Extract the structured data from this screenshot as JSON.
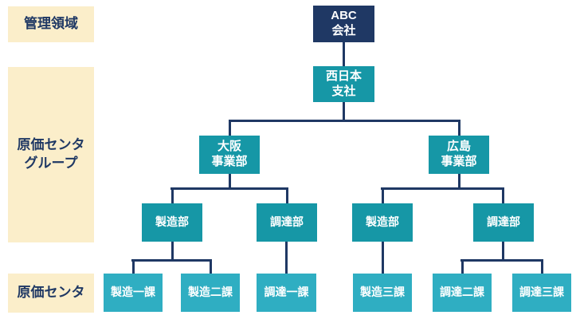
{
  "sidebar": {
    "labels": [
      {
        "label": "管理領域"
      },
      {
        "label": "原価センタ\nグループ"
      },
      {
        "label": "原価センタ"
      }
    ]
  },
  "nodes": {
    "company": {
      "label": "ABC\n会社"
    },
    "branch": {
      "label": "西日本\n支社"
    },
    "osaka_division": {
      "label": "大阪\n事業部"
    },
    "hiroshima_division": {
      "label": "広島\n事業部"
    },
    "mfg_dept_osaka": {
      "label": "製造部"
    },
    "proc_dept_osaka": {
      "label": "調達部"
    },
    "mfg_dept_hiroshima": {
      "label": "製造部"
    },
    "proc_dept_hiroshima": {
      "label": "調達部"
    },
    "mfg_section_1": {
      "label": "製造一課"
    },
    "mfg_section_2": {
      "label": "製造二課"
    },
    "proc_section_1": {
      "label": "調達一課"
    },
    "mfg_section_3": {
      "label": "製造三課"
    },
    "proc_section_2": {
      "label": "調達二課"
    },
    "proc_section_3": {
      "label": "調達三課"
    }
  },
  "colors": {
    "company_box": "#1F3864",
    "unit_box": "#1697A6",
    "section_box": "#2FAEC2",
    "sidebar_bg": "#FBEECA",
    "sidebar_text": "#1F3864",
    "line": "#1F3864",
    "box_text": "#FFFFFF"
  }
}
